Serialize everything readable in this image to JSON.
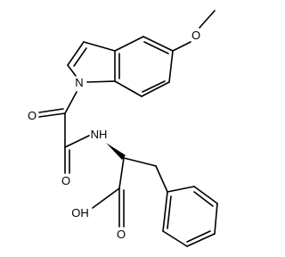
{
  "diagram": {
    "type": "chemical-structure",
    "atom_labels": {
      "methoxy_oxygen": "O",
      "indole_nitrogen": "N",
      "keto_oxygen": "O",
      "amide_oxygen": "O",
      "amide_nitrogen": "NH",
      "hydroxyl": "OH",
      "acid_oxygen": "O"
    }
  }
}
